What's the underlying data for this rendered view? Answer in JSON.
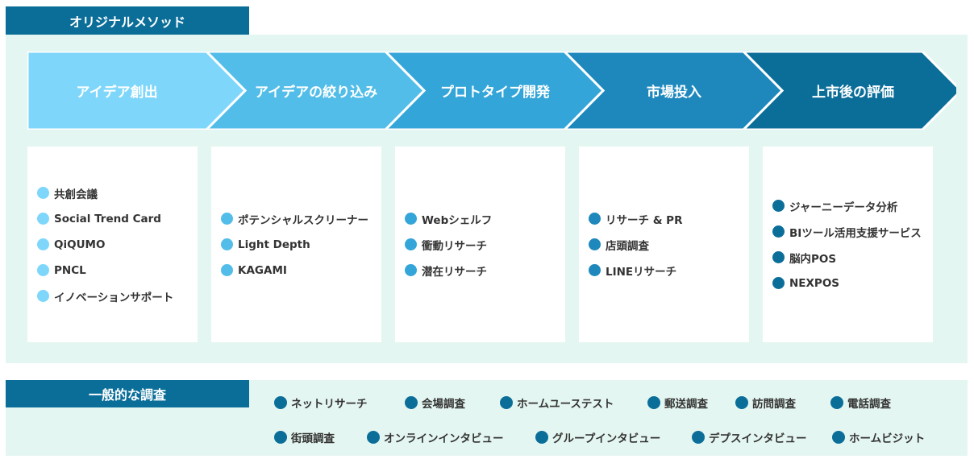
{
  "original_methods": {
    "heading": "オリジナルメソッド",
    "stages": [
      {
        "label": "アイデア創出",
        "color": "#7ed7fb",
        "dot_color": "#7ed7fb",
        "items": [
          "共創会議",
          "Social Trend Card",
          "QiQUMO",
          "PNCL",
          "イノベーションサポート"
        ]
      },
      {
        "label": "アイデアの絞り込み",
        "color": "#52bde9",
        "dot_color": "#52bde9",
        "items": [
          "ポテンシャルスクリーナー",
          "Light Depth",
          "KAGAMI"
        ]
      },
      {
        "label": "プロトタイプ開発",
        "color": "#34a5d8",
        "dot_color": "#34a5d8",
        "items": [
          "Webシェルフ",
          "衝動リサーチ",
          "潜在リサーチ"
        ]
      },
      {
        "label": "市場投入",
        "color": "#1e88bd",
        "dot_color": "#1e88bd",
        "items": [
          "リサーチ & PR",
          "店頭調査",
          "LINEリサーチ"
        ]
      },
      {
        "label": "上市後の評価",
        "color": "#0b6e99",
        "dot_color": "#0b6e99",
        "items": [
          "ジャーニーデータ分析",
          "BIツール活用支援サービス",
          "脳内POS",
          "NEXPOS"
        ]
      }
    ]
  },
  "general_surveys": {
    "heading": "一般的な調査",
    "dot_color": "#0b6e99",
    "rows": [
      [
        "ネットリサーチ",
        "会場調査",
        "ホームユーステスト",
        "郵送調査",
        "訪問調査",
        "電話調査"
      ],
      [
        "街頭調査",
        "オンラインインタビュー",
        "グループインタビュー",
        "デプスインタビュー",
        "ホームビジット"
      ]
    ]
  },
  "colors": {
    "panel_background": "#e4f6f1",
    "section_tag": "#0b6e99",
    "card_background": "#ffffff",
    "text": "#333333"
  }
}
